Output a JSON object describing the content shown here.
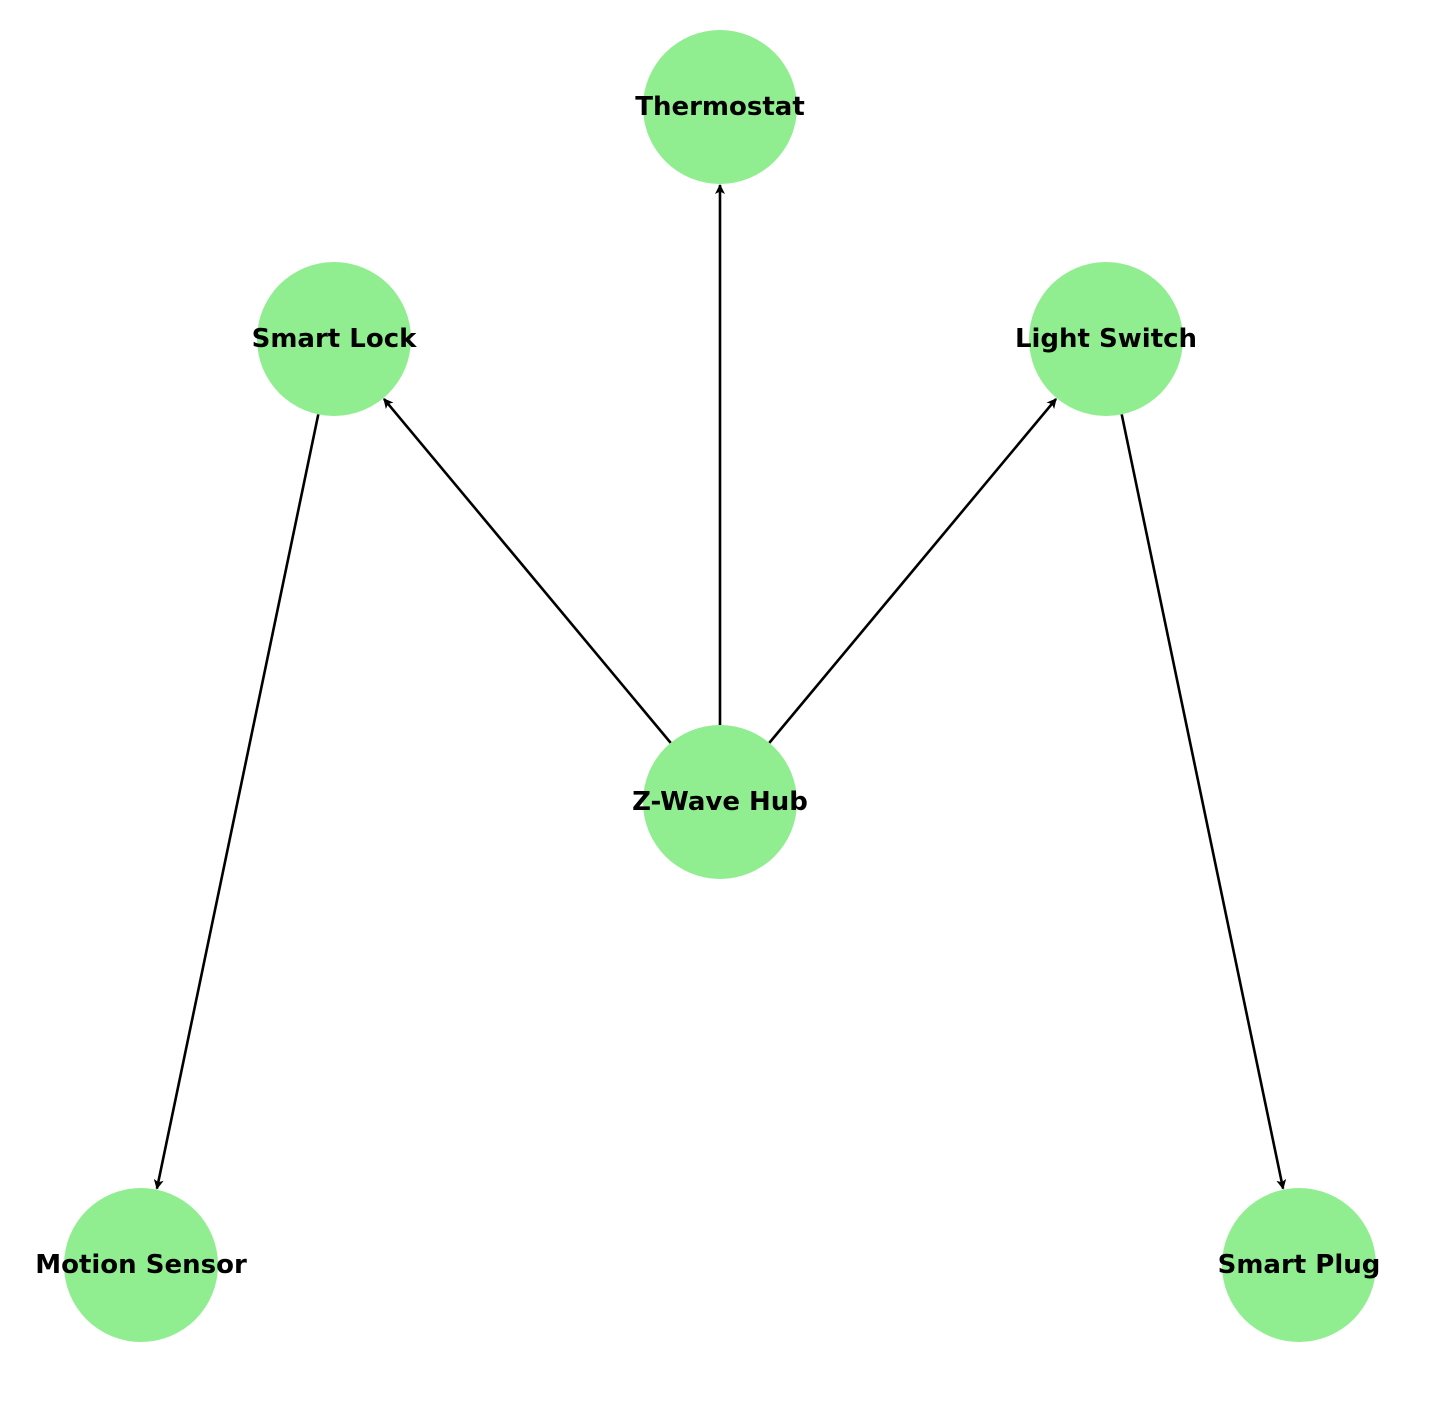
{
  "graph": {
    "node_color": "#90EE90",
    "edge_color": "#000000",
    "label_color": "#000000",
    "background": "#FFFFFF",
    "nodes": [
      {
        "id": "thermostat",
        "label": "Thermostat"
      },
      {
        "id": "smart_lock",
        "label": "Smart Lock"
      },
      {
        "id": "light_switch",
        "label": "Light Switch"
      },
      {
        "id": "zwave_hub",
        "label": "Z-Wave Hub"
      },
      {
        "id": "motion_sensor",
        "label": "Motion Sensor"
      },
      {
        "id": "smart_plug",
        "label": "Smart Plug"
      }
    ],
    "edges": [
      {
        "from": "zwave_hub",
        "to": "thermostat"
      },
      {
        "from": "zwave_hub",
        "to": "smart_lock"
      },
      {
        "from": "zwave_hub",
        "to": "light_switch"
      },
      {
        "from": "smart_lock",
        "to": "motion_sensor"
      },
      {
        "from": "light_switch",
        "to": "smart_plug"
      }
    ]
  }
}
